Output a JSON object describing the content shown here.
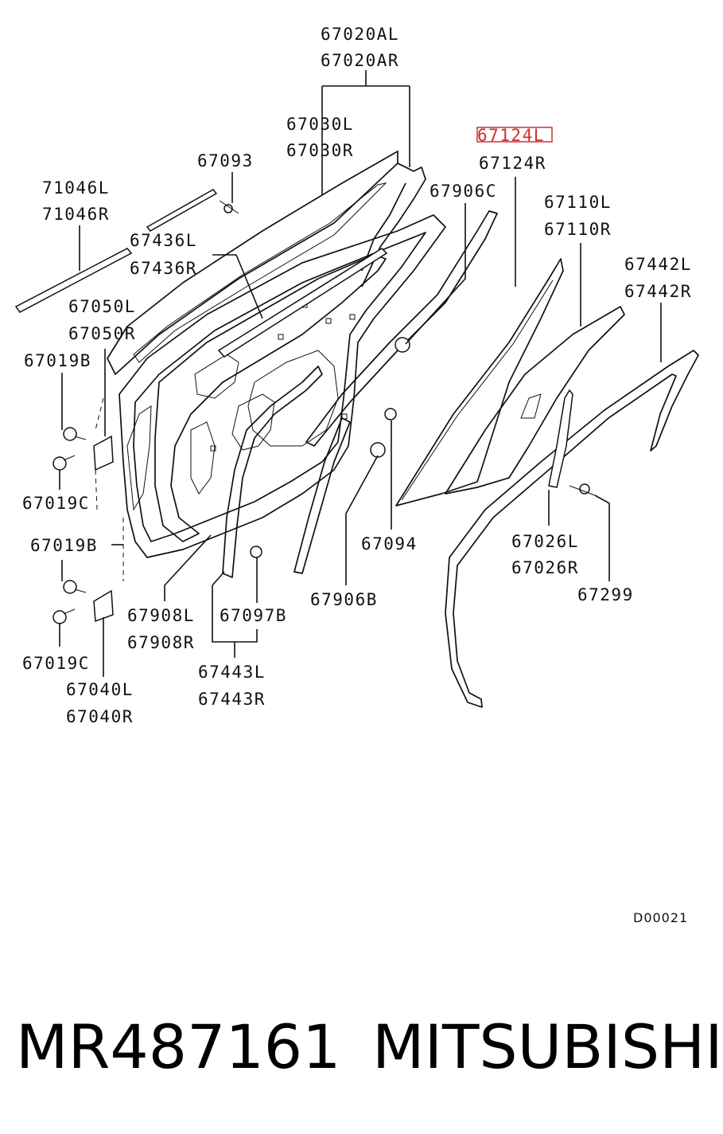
{
  "diagram": {
    "labels": {
      "l67020AL": "67020AL",
      "l67020AR": "67020AR",
      "l67030L": "67030L",
      "l67030R": "67030R",
      "l67093": "67093",
      "l71046L": "71046L",
      "l71046R": "71046R",
      "l67124L": "67124L",
      "l67124R": "67124R",
      "l67906C": "67906C",
      "l67110L": "67110L",
      "l67110R": "67110R",
      "l67436L": "67436L",
      "l67436R": "67436R",
      "l67442L": "67442L",
      "l67442R": "67442R",
      "l67050L": "67050L",
      "l67050R": "67050R",
      "l67019B_top": "67019B",
      "l67019C_top": "67019C",
      "l67019B_bottom": "67019B",
      "l67019C_bottom": "67019C",
      "l67094": "67094",
      "l67026L": "67026L",
      "l67026R": "67026R",
      "l67299": "67299",
      "l67906B": "67906B",
      "l67908L": "67908L",
      "l67908R": "67908R",
      "l67097B": "67097B",
      "l67443L": "67443L",
      "l67443R": "67443R",
      "l67040L": "67040L",
      "l67040R": "67040R"
    },
    "code": "D00021",
    "highlight_color": "#d23030"
  },
  "footer": {
    "part_number": "MR487161",
    "brand": "MITSUBISHI"
  }
}
